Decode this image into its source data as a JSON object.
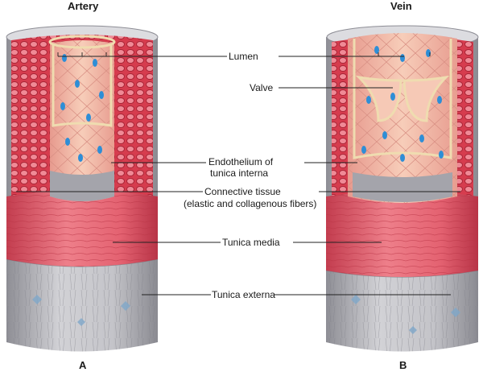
{
  "titles": {
    "artery": "Artery",
    "vein": "Vein"
  },
  "panels": {
    "a": "A",
    "b": "B"
  },
  "labels": {
    "lumen": "Lumen",
    "valve": "Valve",
    "endothelium_1": "Endothelium of",
    "endothelium_2": "tunica interna",
    "connective_1": "Connective tissue",
    "connective_2": "(elastic and collagenous fibers)",
    "media": "Tunica media",
    "externa": "Tunica externa"
  },
  "colors": {
    "externa": "#b9b9bd",
    "externa_dark": "#8f8f96",
    "media": "#e5616f",
    "media_dark": "#c84454",
    "connective": "#d63c4e",
    "lumen_wall": "#f2b8a6",
    "endothelium_border": "#efdcb0",
    "nucleus": "#2e8ed6"
  }
}
